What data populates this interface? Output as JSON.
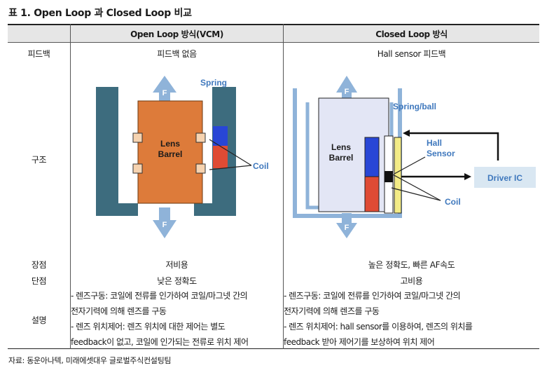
{
  "title": "표 1.  Open Loop 과 Closed Loop 비교",
  "header": {
    "col1": "",
    "col2": "Open Loop 방식(VCM)",
    "col3": "Closed Loop 방식"
  },
  "rows": {
    "feedback": {
      "label": "피드백",
      "open": "피드백 없음",
      "closed": "Hall sensor 피드백"
    },
    "structure": {
      "label": "구조"
    },
    "pros": {
      "label": "장점",
      "open": "저비용",
      "closed": "높은 정확도, 빠른 AF속도"
    },
    "cons": {
      "label": "단점",
      "open": "낮은 정확도",
      "closed": "고비용"
    },
    "description": {
      "label": "설명",
      "open": [
        "- 렌즈구동: 코일에 전류를 인가하여 코일/마그넷 간의",
        "전자기력에 의해 렌즈를 구동",
        "- 렌즈 위치제어: 렌즈 위치에 대한 제어는 별도",
        "feedback이 없고, 코일에 인가되는 전류로 위치 제어"
      ],
      "closed": [
        "- 렌즈구동: 코일에 전류를 인가하여 코일/마그넷 간의",
        "전자기력에 의해 렌즈를 구동",
        "- 렌즈 위치제어: hall sensor를 이용하여, 렌즈의 위치를",
        "feedback 받아 제어기를 보상하여 위치 제어"
      ]
    }
  },
  "diagram_open": {
    "force_label": "F",
    "spring_label": "Spring",
    "lens_label_1": "Lens",
    "lens_label_2": "Barrel",
    "coil_label": "Coil"
  },
  "diagram_closed": {
    "force_label": "F",
    "spring_label": "Spring/ball",
    "lens_label_1": "Lens",
    "lens_label_2": "Barrel",
    "hall_label_1": "Hall",
    "hall_label_2": "Sensor",
    "driver_label": "Driver IC",
    "coil_label": "Coil"
  },
  "source": "자료: 동운아나텍, 미래에셋대우 글로벌주식컨설팅팀",
  "colors": {
    "barrel_orange": "#dd7b3a",
    "frame_teal": "#3d6c7e",
    "arrow_blue": "#8fb3d9",
    "text_blue": "#3f78bd",
    "magnet_blue": "#2846d6",
    "magnet_red": "#df4b34",
    "closed_barrel": "#e3e6f5",
    "hall_yellow": "#f3eb86",
    "driver_fill": "#d9e7f2"
  }
}
